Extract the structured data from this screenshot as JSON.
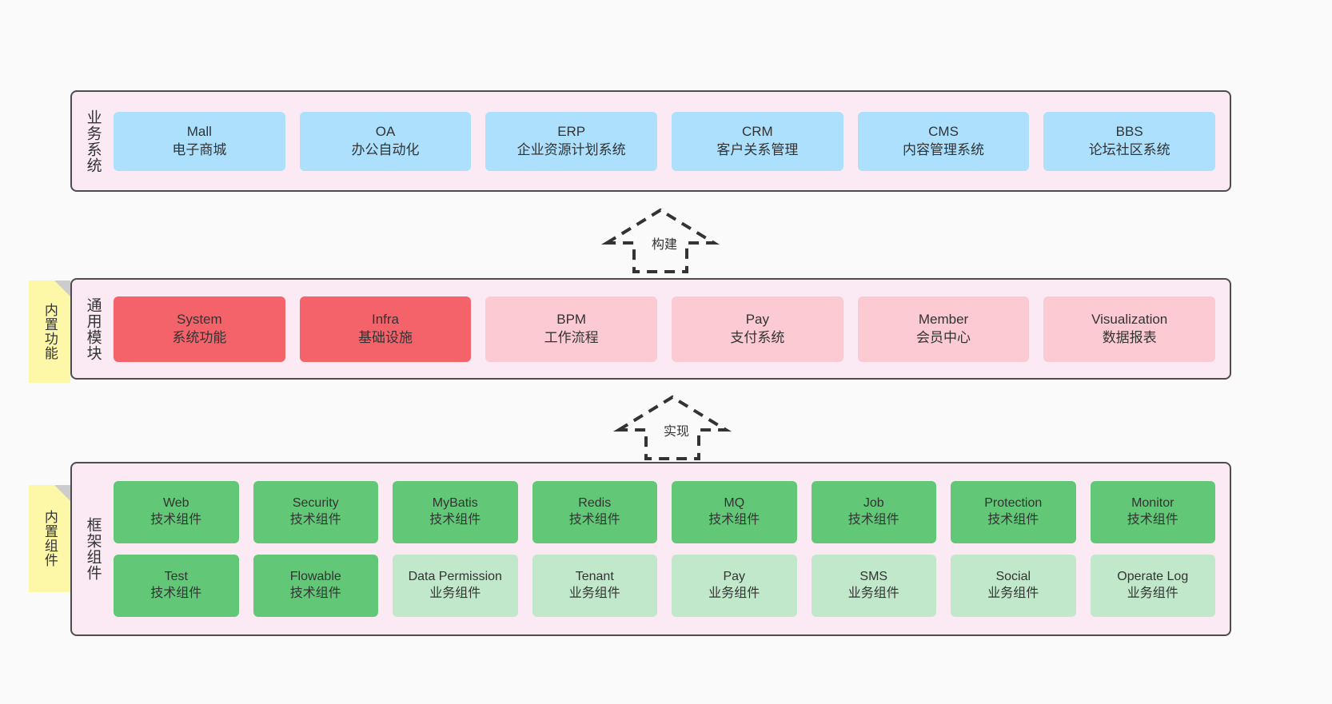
{
  "diagram": {
    "title": "Architecture Layer Diagram",
    "colors": {
      "layer_background": "#fbe9f4",
      "layer_border": "#4d4d4d",
      "business_card": "#ace0fc",
      "module_core": "#f4636a",
      "module_optional": "#fbcad3",
      "component_tech": "#62c878",
      "component_business": "#c2e8cb",
      "note_background": "#fcf8a8",
      "note_fold": "#cccccc",
      "page_background": "#fafafa"
    }
  },
  "layers": {
    "business": {
      "label": "业务系统",
      "cards": [
        {
          "en": "Mall",
          "cn": "电子商城",
          "style": "c-blue"
        },
        {
          "en": "OA",
          "cn": "办公自动化",
          "style": "c-blue"
        },
        {
          "en": "ERP",
          "cn": "企业资源计划系统",
          "style": "c-blue"
        },
        {
          "en": "CRM",
          "cn": "客户关系管理",
          "style": "c-blue"
        },
        {
          "en": "CMS",
          "cn": "内容管理系统",
          "style": "c-blue"
        },
        {
          "en": "BBS",
          "cn": "论坛社区系统",
          "style": "c-blue"
        }
      ]
    },
    "common": {
      "label": "通用模块",
      "note": "内置功能",
      "cards": [
        {
          "en": "System",
          "cn": "系统功能",
          "style": "c-red"
        },
        {
          "en": "Infra",
          "cn": "基础设施",
          "style": "c-red"
        },
        {
          "en": "BPM",
          "cn": "工作流程",
          "style": "c-pink"
        },
        {
          "en": "Pay",
          "cn": "支付系统",
          "style": "c-pink"
        },
        {
          "en": "Member",
          "cn": "会员中心",
          "style": "c-pink"
        },
        {
          "en": "Visualization",
          "cn": "数据报表",
          "style": "c-pink"
        }
      ]
    },
    "framework": {
      "label": "框架组件",
      "note": "内置组件",
      "row1": [
        {
          "en": "Web",
          "cn": "技术组件",
          "style": "c-green"
        },
        {
          "en": "Security",
          "cn": "技术组件",
          "style": "c-green"
        },
        {
          "en": "MyBatis",
          "cn": "技术组件",
          "style": "c-green"
        },
        {
          "en": "Redis",
          "cn": "技术组件",
          "style": "c-green"
        },
        {
          "en": "MQ",
          "cn": "技术组件",
          "style": "c-green"
        },
        {
          "en": "Job",
          "cn": "技术组件",
          "style": "c-green"
        },
        {
          "en": "Protection",
          "cn": "技术组件",
          "style": "c-green"
        },
        {
          "en": "Monitor",
          "cn": "技术组件",
          "style": "c-green"
        }
      ],
      "row2": [
        {
          "en": "Test",
          "cn": "技术组件",
          "style": "c-green"
        },
        {
          "en": "Flowable",
          "cn": "技术组件",
          "style": "c-green"
        },
        {
          "en": "Data Permission",
          "cn": "业务组件",
          "style": "c-lgreen"
        },
        {
          "en": "Tenant",
          "cn": "业务组件",
          "style": "c-lgreen"
        },
        {
          "en": "Pay",
          "cn": "业务组件",
          "style": "c-lgreen"
        },
        {
          "en": "SMS",
          "cn": "业务组件",
          "style": "c-lgreen"
        },
        {
          "en": "Social",
          "cn": "业务组件",
          "style": "c-lgreen"
        },
        {
          "en": "Operate Log",
          "cn": "业务组件",
          "style": "c-lgreen"
        }
      ]
    }
  },
  "connectors": [
    {
      "name": "build",
      "label": "构建"
    },
    {
      "name": "implement",
      "label": "实现"
    }
  ]
}
